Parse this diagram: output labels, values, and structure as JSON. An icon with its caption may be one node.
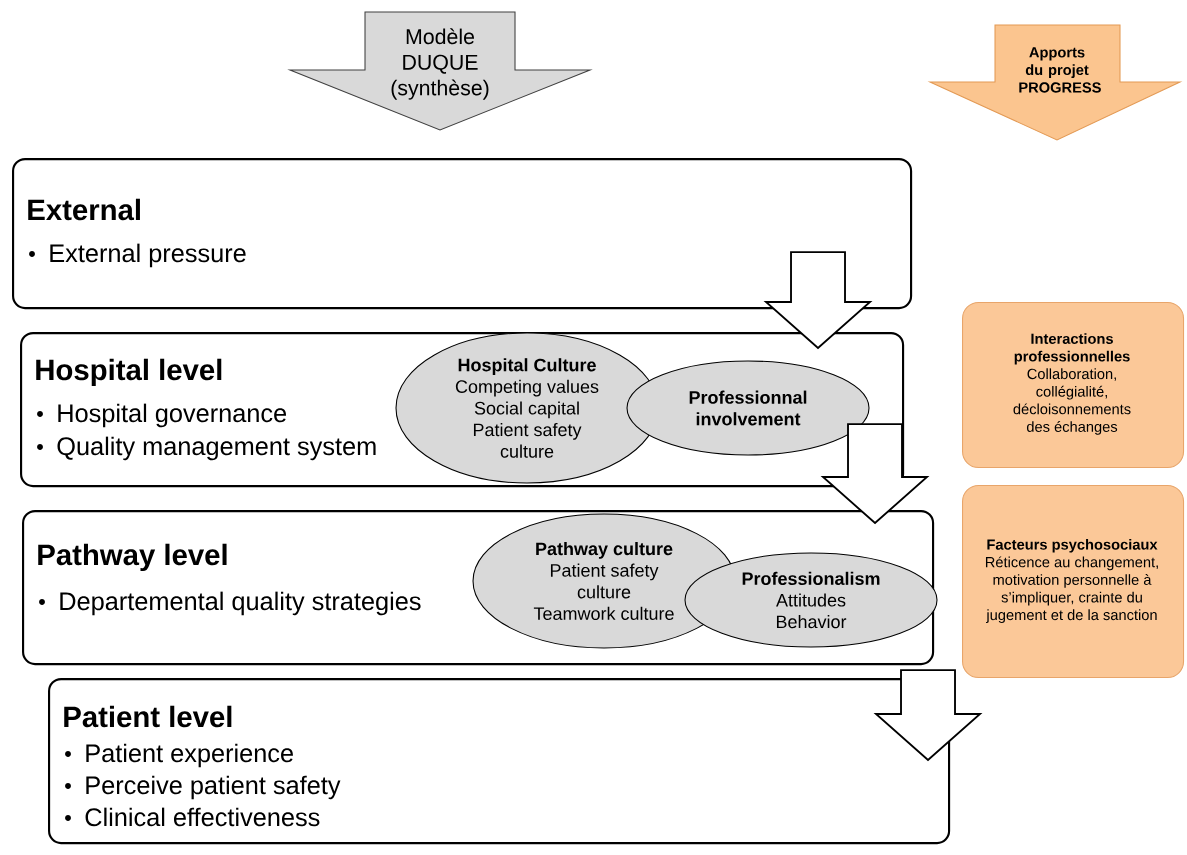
{
  "diagram": {
    "nodes": [
      {
        "text": [
          "Modèle DUQUE (synthèse)"
        ]
      },
      {
        "text": [
          "Apports du projet PROGRESS"
        ]
      },
      {
        "text": [
          "External",
          "External pressure"
        ]
      },
      {
        "text": [
          "Hospital level",
          "Hospital governance",
          "Quality management system"
        ]
      },
      {
        "text": [
          "Hospital Culture",
          "Competing values",
          "Social capital",
          "Patient safety culture"
        ],
        "in": 3
      },
      {
        "text": [
          "Professionnal involvement"
        ],
        "in": 3
      },
      {
        "text": [
          "Pathway level",
          "Departemental quality strategies"
        ]
      },
      {
        "text": [
          "Pathway culture",
          "Patient safety culture",
          "Teamwork culture"
        ],
        "in": 6
      },
      {
        "text": [
          "Professionalism",
          "Attitudes",
          "Behavior"
        ],
        "in": 6
      },
      {
        "text": [
          "Patient level",
          "Patient experience",
          "Perceive patient safety",
          "Clinical effectiveness"
        ]
      },
      {
        "text": [
          "Interactions professionnelles",
          "Collaboration, collégialité, décloisonnements des échanges"
        ]
      },
      {
        "text": [
          "Facteurs psychosociaux",
          "Réticence au changement, motivation personnelle à s’impliquer, crainte du jugement et de la sanction"
        ]
      }
    ],
    "edges": [
      {
        "from": 2,
        "to": 3,
        "arrow": "to"
      },
      {
        "from": 3,
        "to": 6,
        "arrow": "to"
      },
      {
        "from": 6,
        "to": 9,
        "arrow": "to"
      }
    ]
  }
}
